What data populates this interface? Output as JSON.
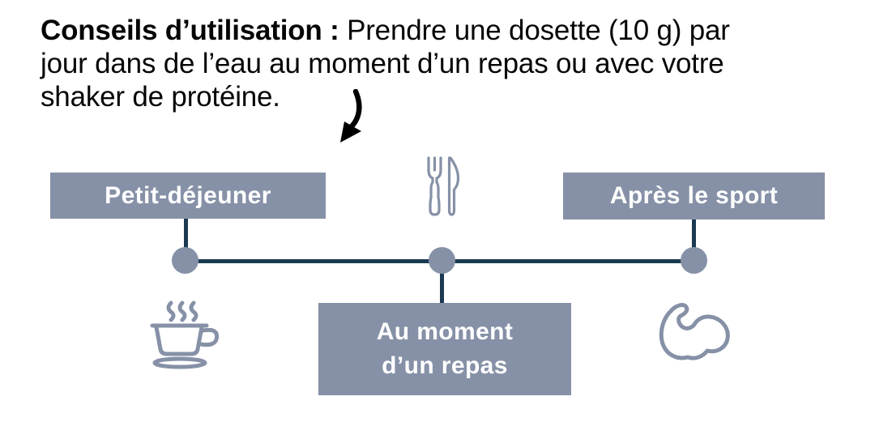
{
  "heading": {
    "line1_bold": "Conseils d’utilisation :",
    "line1_regular": " Prendre une dosette (10 g) par",
    "line2": "jour dans de l’eau au moment d’un repas ou avec votre",
    "line3": "shaker de protéine."
  },
  "timeline": {
    "boxes": {
      "breakfast": {
        "label": "Petit-déjeuner",
        "icon": "coffee-cup-icon"
      },
      "meal": {
        "label": "Au moment\nd’un repas",
        "icon": "fork-knife-icon"
      },
      "sport": {
        "label": "Après le sport",
        "icon": "flexed-bicep-icon"
      }
    },
    "icons": [
      "fork-knife-icon",
      "coffee-cup-icon",
      "flexed-bicep-icon",
      "hand-drawn-down-arrow-icon"
    ]
  },
  "colors": {
    "box_fill": "#8691a7",
    "box_text": "#ffffff",
    "connector_line": "#1b3a52",
    "icon_stroke": "#8691a7",
    "heading_text": "#060606",
    "arrow": "#000000",
    "background": "#ffffff"
  }
}
